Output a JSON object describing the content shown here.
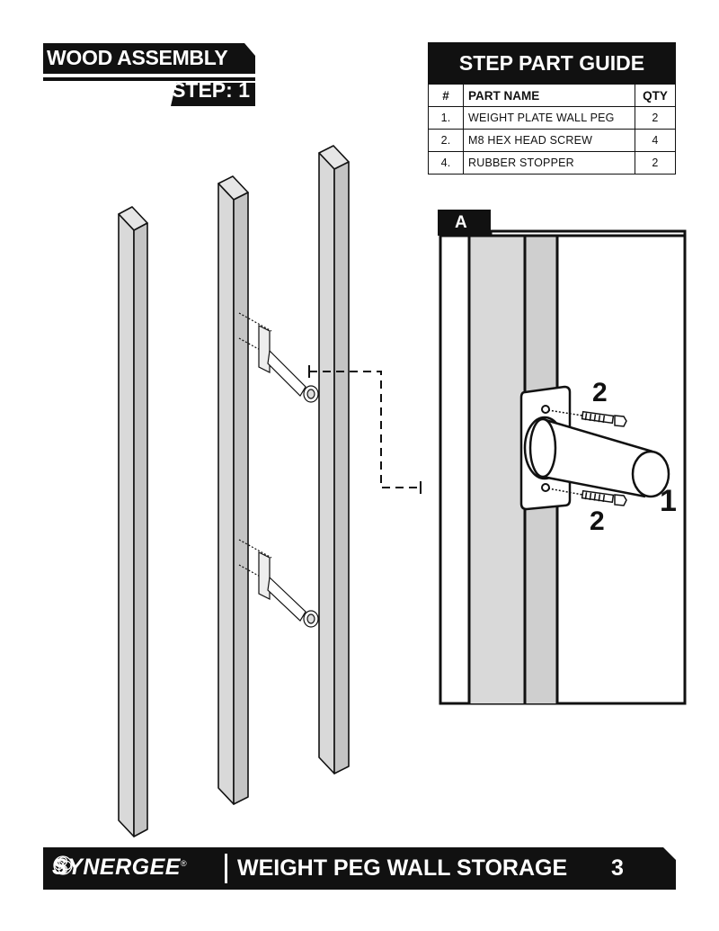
{
  "header": {
    "section_title": "WOOD ASSEMBLY",
    "step_label": "STEP: 1"
  },
  "part_guide": {
    "title": "STEP PART GUIDE",
    "columns": [
      "#",
      "PART NAME",
      "QTY"
    ],
    "rows": [
      {
        "num": "1.",
        "name": "WEIGHT PLATE WALL PEG",
        "qty": "2"
      },
      {
        "num": "2.",
        "name": "M8 HEX HEAD SCREW",
        "qty": "4"
      },
      {
        "num": "4.",
        "name": "RUBBER STOPPER",
        "qty": "2"
      }
    ]
  },
  "detail": {
    "label": "A",
    "callouts": {
      "screw_top": "2",
      "screw_bottom": "2",
      "peg": "1"
    }
  },
  "footer": {
    "brand": "SYNERGEE",
    "brand_mark": "®",
    "doc_title": "WEIGHT PEG WALL STORAGE",
    "page_number": "3"
  },
  "colors": {
    "ink": "#111111",
    "wood": "#d9d9d9",
    "wood_side": "#bdbdbd",
    "paper": "#ffffff"
  },
  "icons": [
    "synergee-logo-icon"
  ]
}
